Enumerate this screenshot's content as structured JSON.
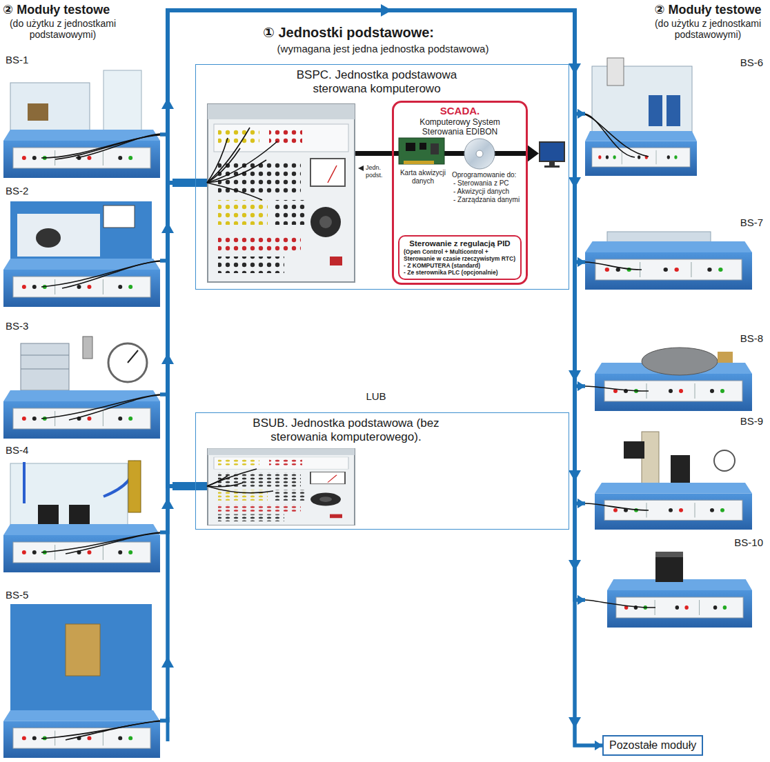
{
  "diagram": {
    "nodes": [
      {
        "text": [
          "BS-1"
        ]
      },
      {
        "text": [
          "BS-2"
        ]
      },
      {
        "text": [
          "BS-3"
        ]
      },
      {
        "text": [
          "BS-4"
        ]
      },
      {
        "text": [
          "BS-5"
        ]
      },
      {
        "text": [
          "BSPC. Jednostka podstawowa sterowana komputerowo"
        ]
      },
      {
        "text": [
          "SCADA.",
          "Komputerowy System Sterowania EDIBON",
          "Karta akwizycji danych",
          "Oprogramowanie do:",
          "- Sterowania z PC",
          "- Akwizycji danych",
          "- Zarządzania danymi"
        ],
        "in": 5
      },
      {
        "text": [
          "Sterowanie z regulacją PID",
          "(Open Control + Multicontrol + Sterowanie w czasie rzeczywistym RTC)",
          "- Z KOMPUTERA (standard)",
          "- Ze sterownika PLC (opcjonalnie)"
        ],
        "in": 6
      },
      {
        "text": [
          "BSUB. Jednostka podstawowa (bez sterowania komputerowego)."
        ]
      },
      {
        "text": [
          "BS-6"
        ]
      },
      {
        "text": [
          "BS-7"
        ]
      },
      {
        "text": [
          "BS-8"
        ]
      },
      {
        "text": [
          "BS-9"
        ]
      },
      {
        "text": [
          "BS-10"
        ]
      },
      {
        "text": [
          "Pozostałe moduły"
        ]
      }
    ],
    "edges": [
      {
        "from": 0,
        "to": 5,
        "arrow": "none"
      },
      {
        "from": 0,
        "to": 8,
        "arrow": "none"
      },
      {
        "from": 1,
        "to": 5,
        "arrow": "none"
      },
      {
        "from": 1,
        "to": 8,
        "arrow": "none"
      },
      {
        "from": 2,
        "to": 5,
        "arrow": "none"
      },
      {
        "from": 2,
        "to": 8,
        "arrow": "none"
      },
      {
        "from": 3,
        "to": 5,
        "arrow": "none"
      },
      {
        "from": 3,
        "to": 8,
        "arrow": "none"
      },
      {
        "from": 4,
        "to": 5,
        "arrow": "none"
      },
      {
        "from": 4,
        "to": 8,
        "arrow": "none"
      },
      {
        "from": 5,
        "to": 9,
        "arrow": "to"
      },
      {
        "from": 8,
        "to": 9,
        "arrow": "to"
      },
      {
        "from": 5,
        "to": 10,
        "arrow": "to"
      },
      {
        "from": 8,
        "to": 10,
        "arrow": "to"
      },
      {
        "from": 5,
        "to": 11,
        "arrow": "to"
      },
      {
        "from": 8,
        "to": 11,
        "arrow": "to"
      },
      {
        "from": 5,
        "to": 12,
        "arrow": "to"
      },
      {
        "from": 8,
        "to": 12,
        "arrow": "to"
      },
      {
        "from": 5,
        "to": 13,
        "arrow": "to"
      },
      {
        "from": 8,
        "to": 13,
        "arrow": "to"
      },
      {
        "from": 5,
        "to": 14,
        "arrow": "to"
      },
      {
        "from": 8,
        "to": 14,
        "arrow": "to"
      }
    ],
    "labels": [
      "② Moduły testowe",
      "(do użytku z jednostkami podstawowymi)",
      "① Jednostki podstawowe:",
      "(wymagana jest jedna jednostka podstawowa)",
      "② Moduły testowe",
      "(do użytku z jednostkami podstawowymi)",
      "Jedn. podst.",
      "LUB"
    ]
  }
}
